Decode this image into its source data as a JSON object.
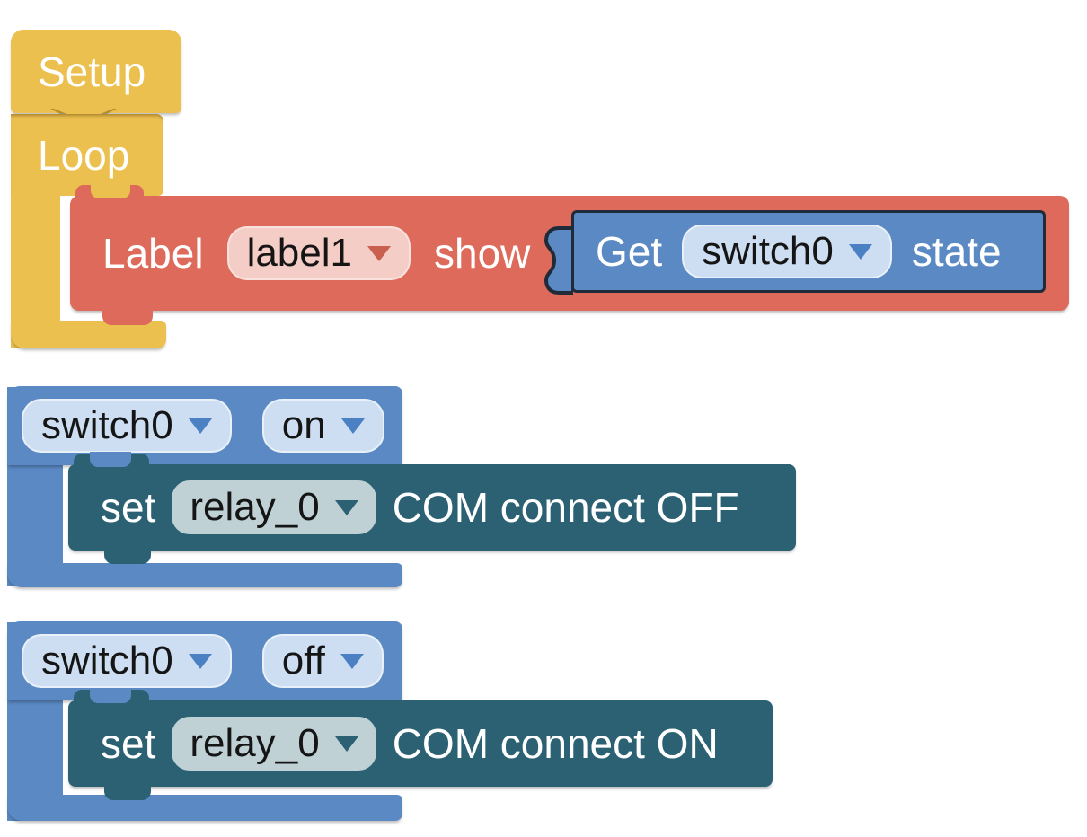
{
  "colors": {
    "canvas": "#ffffff",
    "yellow": "#ecc04f",
    "yellow_seam": "#8a6410",
    "red": "#dd6a5a",
    "red_pill": "#f5cdc7",
    "red_arrow": "#c85f4f",
    "blue": "#5b89c4",
    "blue_pill": "#cdddf2",
    "blue_arrow": "#4b80c3",
    "teal": "#2b6173",
    "teal_pill": "#c0d1d6",
    "teal_arrow": "#2b6173",
    "outline": "#1f2b38",
    "block_text": "#ffffff",
    "pill_text": "#151515"
  },
  "blocks": {
    "setup": {
      "label": "Setup"
    },
    "loop": {
      "label": "Loop"
    },
    "label_show": {
      "label": "Label",
      "dropdown": "label1",
      "suffix": "show"
    },
    "get_state": {
      "prefix": "Get",
      "dropdown": "switch0",
      "suffix": "state"
    },
    "event_on": {
      "device_dropdown": "switch0",
      "state_dropdown": "on"
    },
    "set_relay_off": {
      "prefix": "set",
      "dropdown": "relay_0",
      "action": "COM connect OFF"
    },
    "event_off": {
      "device_dropdown": "switch0",
      "state_dropdown": "off"
    },
    "set_relay_on": {
      "prefix": "set",
      "dropdown": "relay_0",
      "action": "COM connect ON"
    }
  }
}
